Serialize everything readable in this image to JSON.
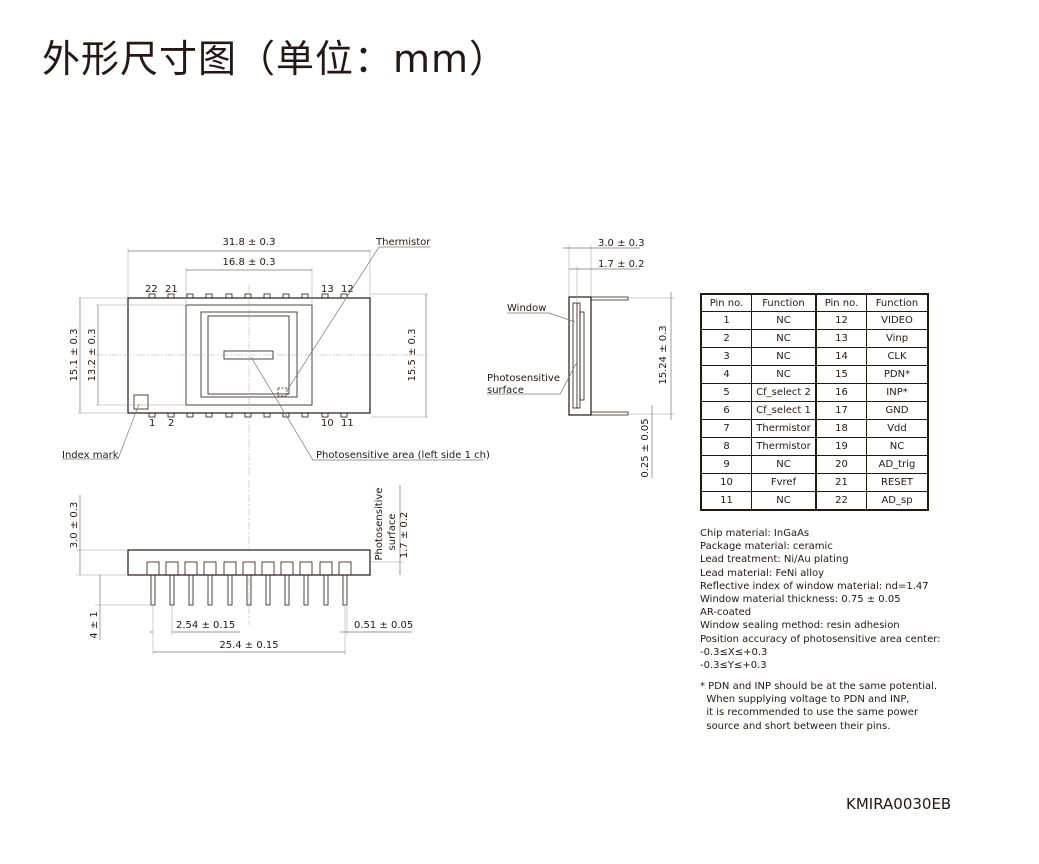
{
  "title": "外形尺寸图（单位：mm）",
  "doc_code": "KMIRA0030EB",
  "top_view": {
    "dim_width": "31.8 ± 0.3",
    "dim_inner_width": "16.8 ± 0.3",
    "dim_h_total": "15.1 ± 0.3",
    "dim_h_body": "13.2 ± 0.3",
    "dim_h_right": "15.5 ± 0.3",
    "label_thermistor": "Thermistor",
    "label_index_mark": "Index mark",
    "label_photosensitive_area": "Photosensitive area (left side 1 ch)",
    "pin_22": "22",
    "pin_21": "21",
    "pin_13": "13",
    "pin_12": "12",
    "pin_1": "1",
    "pin_2": "2",
    "pin_10": "10",
    "pin_11": "11"
  },
  "side_view": {
    "dim_30": "3.0 ± 0.3",
    "dim_17": "1.7 ± 0.2",
    "dim_1524": "15.24 ± 0.3",
    "dim_025": "0.25 ± 0.05",
    "label_window": "Window",
    "label_ps_line1": "Photosensitive",
    "label_ps_line2": "surface"
  },
  "front_view": {
    "dim_30": "3.0 ± 0.3",
    "dim_17": "1.7 ± 0.2",
    "dim_41": "4 ± 1",
    "dim_254": "2.54 ± 0.15",
    "dim_051": "0.51 ± 0.05",
    "dim_254_total": "25.4 ± 0.15",
    "label_ps_line1": "Photosensitive",
    "label_ps_line2": "surface"
  },
  "pin_table": {
    "headers": [
      "Pin no.",
      "Function",
      "Pin no.",
      "Function"
    ],
    "rows": [
      [
        "1",
        "NC",
        "12",
        "VIDEO"
      ],
      [
        "2",
        "NC",
        "13",
        "Vinp"
      ],
      [
        "3",
        "NC",
        "14",
        "CLK"
      ],
      [
        "4",
        "NC",
        "15",
        "PDN*"
      ],
      [
        "5",
        "Cf_select 2",
        "16",
        "INP*"
      ],
      [
        "6",
        "Cf_select 1",
        "17",
        "GND"
      ],
      [
        "7",
        "Thermistor",
        "18",
        "Vdd"
      ],
      [
        "8",
        "Thermistor",
        "19",
        "NC"
      ],
      [
        "9",
        "NC",
        "20",
        "AD_trig"
      ],
      [
        "10",
        "Fvref",
        "21",
        "RESET"
      ],
      [
        "11",
        "NC",
        "22",
        "AD_sp"
      ]
    ]
  },
  "specs": [
    "Chip material: InGaAs",
    "Package material: ceramic",
    "Lead treatment: Ni/Au plating",
    "Lead material: FeNi alloy",
    "Reflective index of window material: nd=1.47",
    "Window material thickness: 0.75 ± 0.05",
    "AR-coated",
    "Window sealing method: resin adhesion",
    "Position accuracy of photosensitive area center:",
    "-0.3≤X≤+0.3",
    "-0.3≤Y≤+0.3"
  ],
  "note": [
    "* PDN and INP should be at the same potential.",
    "  When supplying voltage to PDN and INP,",
    "  it is recommended to use the same power",
    "  source and short between their pins."
  ]
}
